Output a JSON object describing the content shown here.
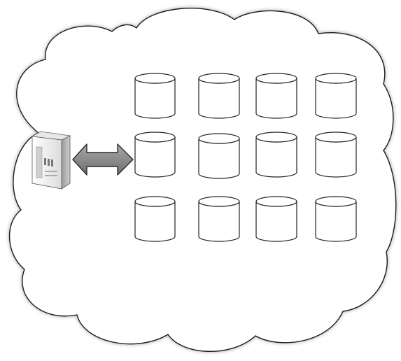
{
  "diagram": {
    "type": "cloud-storage-architecture",
    "cloud": {
      "fill": "#ffffff",
      "stroke": "#1a1a1a"
    },
    "server": {
      "icon": "server-tower-icon",
      "body_color": "#f2f2f2",
      "side_color": "#bdbdbd"
    },
    "connector": {
      "icon": "double-arrow-icon",
      "direction": "bidirectional",
      "fill": "#8a8a8a",
      "stroke": "#2a2a2a"
    },
    "storage": {
      "icon": "database-cylinder-icon",
      "rows": 3,
      "columns": 4,
      "count": 12,
      "stroke": "#222222",
      "fill": "#ffffff"
    }
  }
}
